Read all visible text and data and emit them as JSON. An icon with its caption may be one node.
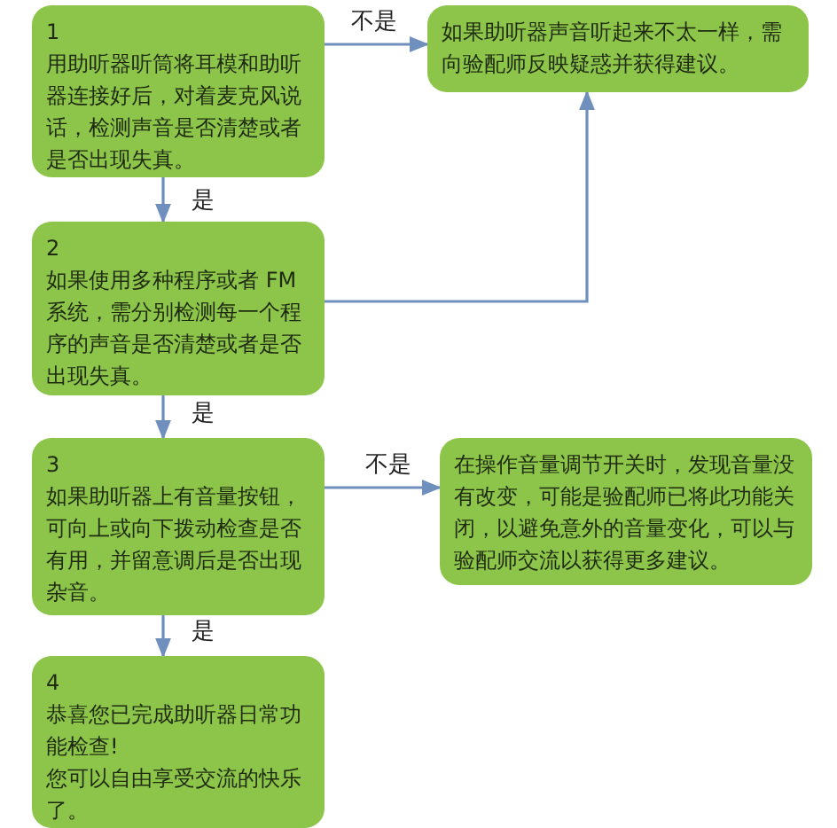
{
  "diagram": {
    "nodes": [
      {
        "text": [
          "1",
          "用助听器听筒将耳模和助听器连接好后，对着麦克风说话，检测声音是否清楚或者是否出现失真。"
        ]
      },
      {
        "text": [
          "如果助听器声音听起来不太一样，需向验配师反映疑惑并获得建议。"
        ]
      },
      {
        "text": [
          "2",
          "如果使用多种程序或者 FM 系统，需分别检测每一个程序的声音是否清楚或者是否出现失真。"
        ]
      },
      {
        "text": [
          "3",
          "如果助听器上有音量按钮，可向上或向下拨动检查是否有用，并留意调后是否出现杂音。"
        ]
      },
      {
        "text": [
          "在操作音量调节开关时，发现音量没有改变，可能是验配师已将此功能关闭，以避免意外的音量变化，可以与验配师交流以获得更多建议。"
        ]
      },
      {
        "text": [
          "4",
          "恭喜您已完成助听器日常功能检查!",
          "您可以自由享受交流的快乐了。"
        ]
      }
    ],
    "edges": [
      {
        "from": 0,
        "to": 1,
        "arrow": "to",
        "label": "不是"
      },
      {
        "from": 0,
        "to": 2,
        "arrow": "to",
        "label": "是"
      },
      {
        "from": 2,
        "to": 1,
        "arrow": "to"
      },
      {
        "from": 2,
        "to": 3,
        "arrow": "to",
        "label": "是"
      },
      {
        "from": 3,
        "to": 4,
        "arrow": "to",
        "label": "不是"
      },
      {
        "from": 3,
        "to": 5,
        "arrow": "to",
        "label": "是"
      }
    ]
  }
}
